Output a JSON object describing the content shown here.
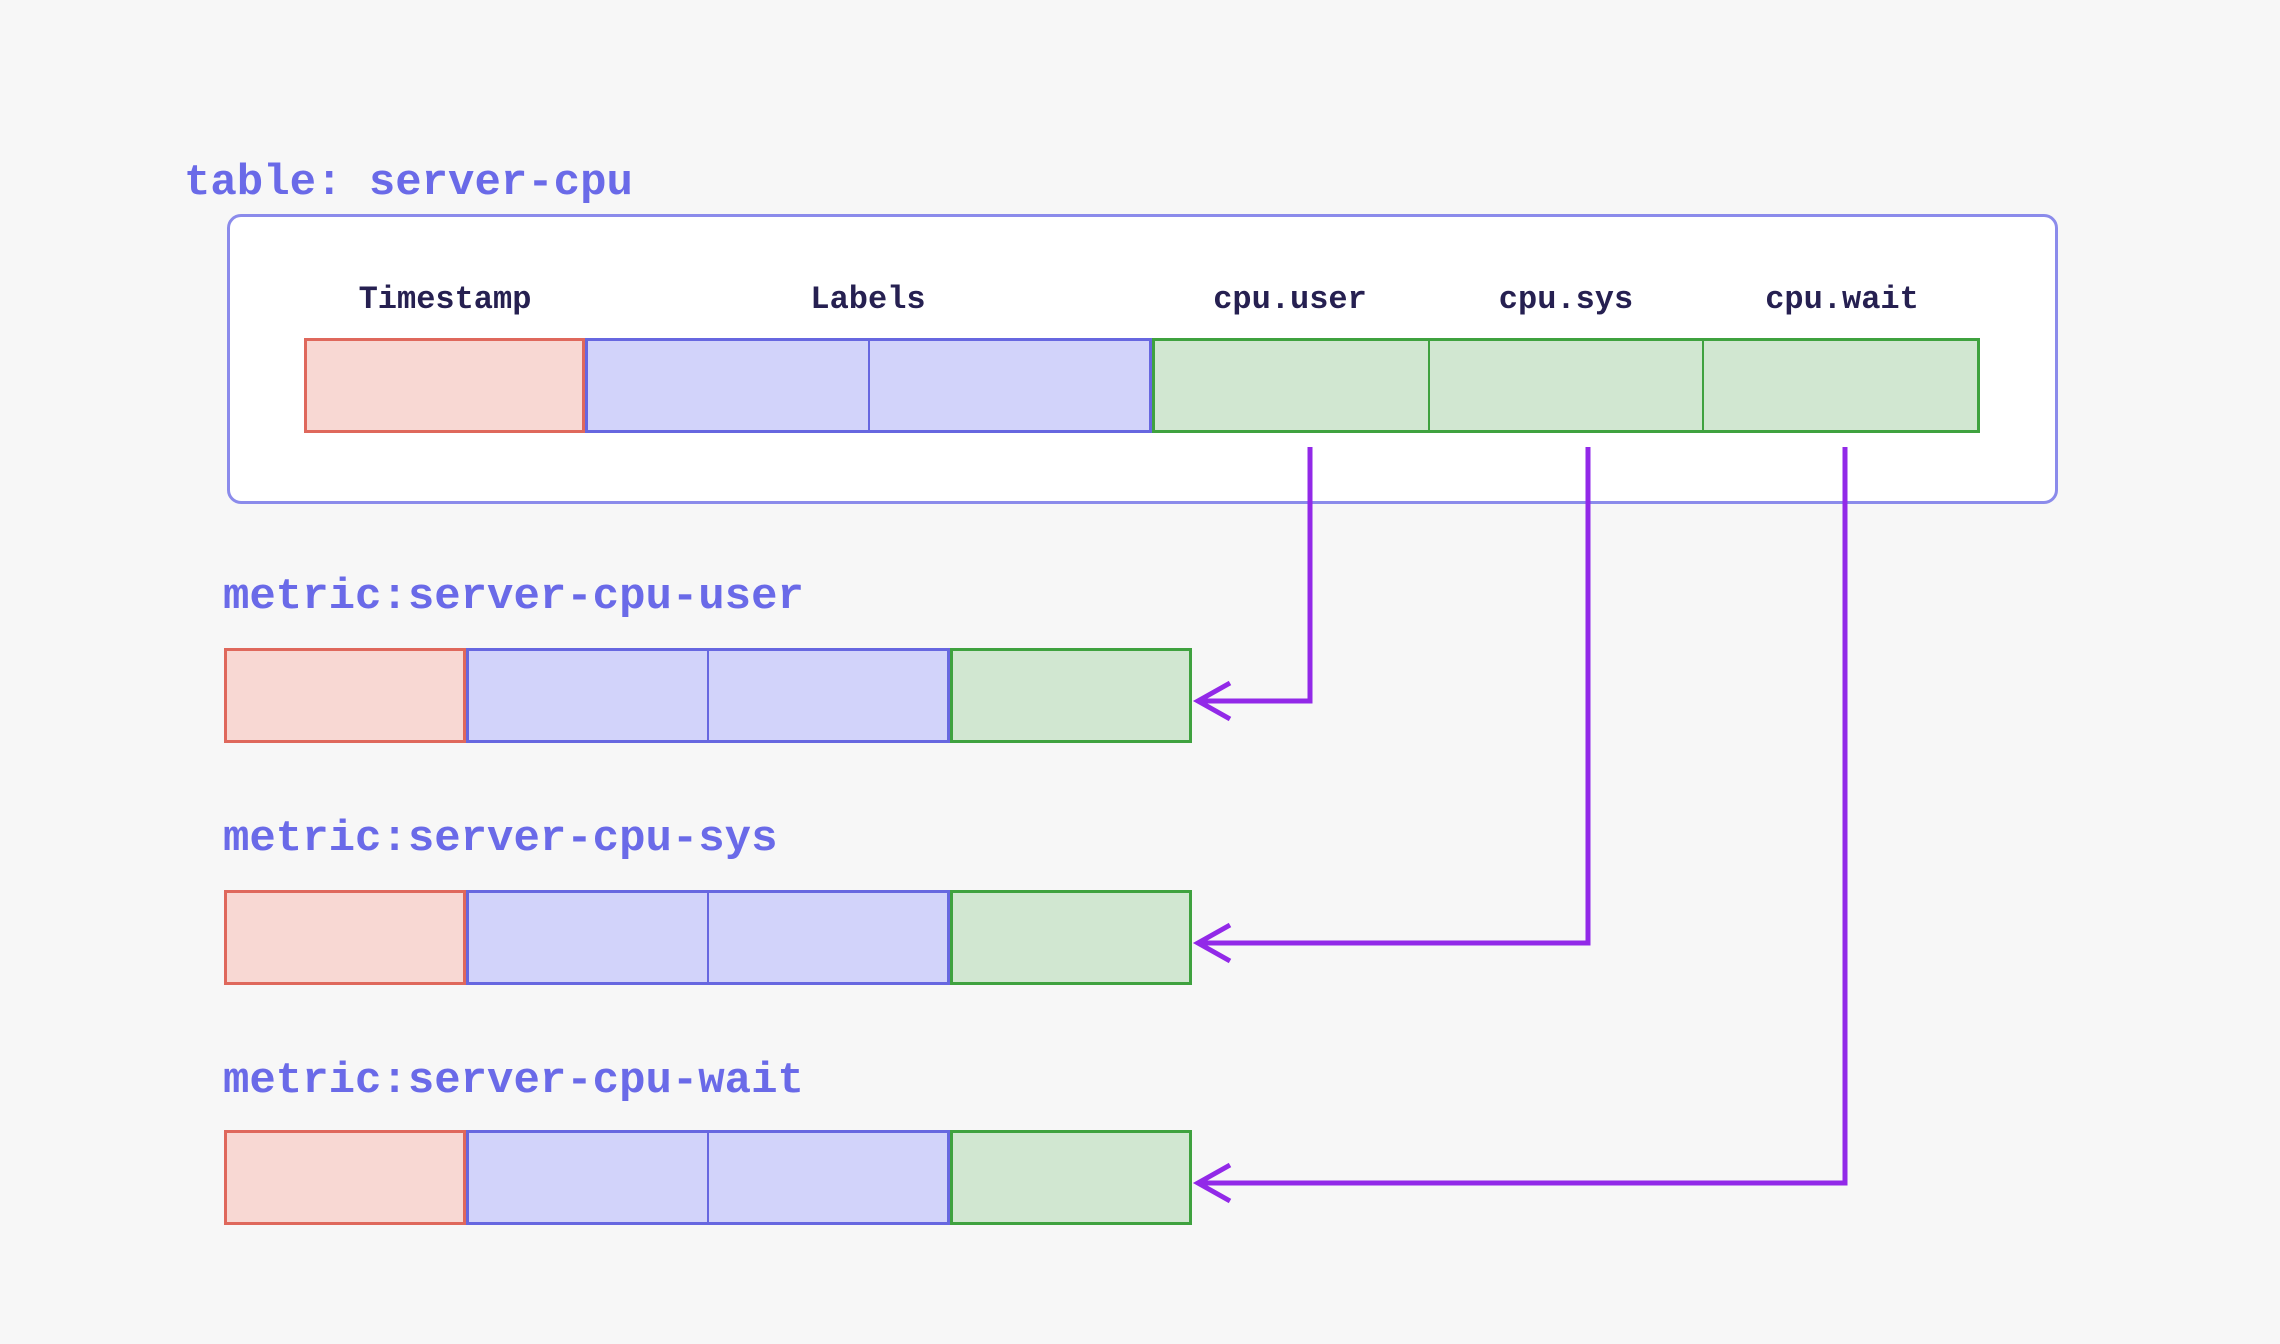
{
  "diagram": {
    "table": {
      "title": "table: server-cpu",
      "columns": [
        {
          "label": "Timestamp",
          "kind": "timestamp"
        },
        {
          "label": "Labels",
          "kind": "labels",
          "cells": 2
        },
        {
          "label": "cpu.user",
          "kind": "value"
        },
        {
          "label": "cpu.sys",
          "kind": "value"
        },
        {
          "label": "cpu.wait",
          "kind": "value"
        }
      ]
    },
    "metrics": [
      {
        "title": "metric:server-cpu-user",
        "from_column": "cpu.user",
        "cells": [
          "timestamp",
          "labels",
          "labels",
          "value"
        ]
      },
      {
        "title": "metric:server-cpu-sys",
        "from_column": "cpu.sys",
        "cells": [
          "timestamp",
          "labels",
          "labels",
          "value"
        ]
      },
      {
        "title": "metric:server-cpu-wait",
        "from_column": "cpu.wait",
        "cells": [
          "timestamp",
          "labels",
          "labels",
          "value"
        ]
      }
    ],
    "arrows": [
      {
        "from": "cpu.user",
        "to": "metric:server-cpu-user"
      },
      {
        "from": "cpu.sys",
        "to": "metric:server-cpu-sys"
      },
      {
        "from": "cpu.wait",
        "to": "metric:server-cpu-wait"
      }
    ]
  },
  "colors": {
    "bg": "#F7F7F7",
    "box_bg": "#FFFFFF",
    "box_border": "#8B8BEB",
    "title_text": "#6A6AE8",
    "header_text": "#262051",
    "timestamp_fill": "#F8D8D3",
    "timestamp_border": "#DF685C",
    "labels_fill": "#D2D3FA",
    "labels_border": "#6767E0",
    "value_fill": "#D1E7D1",
    "value_border": "#3FA23F",
    "arrow": "#9229E8"
  }
}
